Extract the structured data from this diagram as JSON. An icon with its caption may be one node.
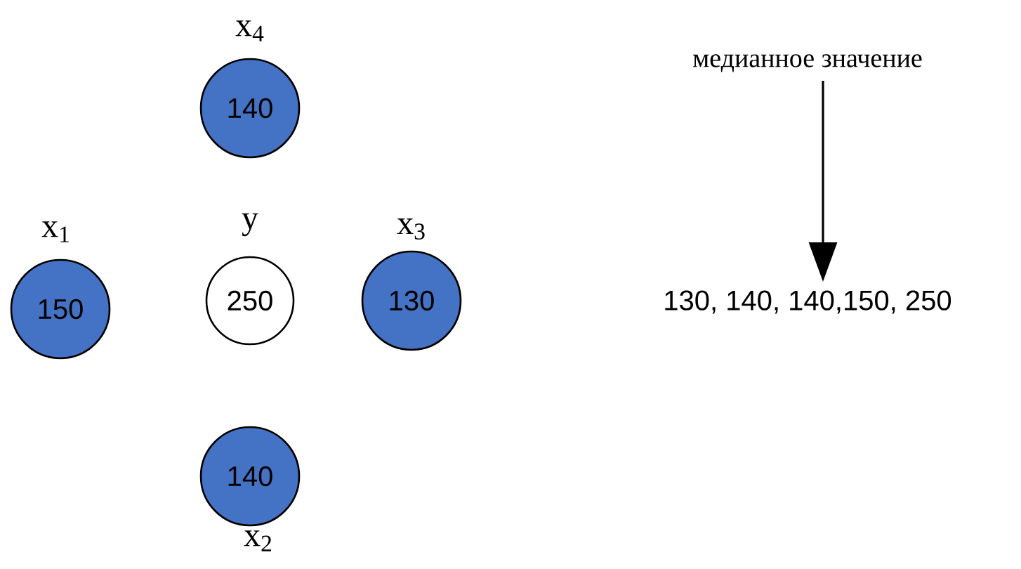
{
  "diagram": {
    "nodes": [
      {
        "text": [
          "x$_{4}$",
          "140"
        ]
      },
      {
        "text": [
          "x$_{1}$",
          "150"
        ]
      },
      {
        "text": [
          "y",
          "250"
        ]
      },
      {
        "text": [
          "x$_{3}$",
          "130"
        ]
      },
      {
        "text": [
          "140",
          "x$_{2}$"
        ]
      },
      {
        "text": [
          "медианное значение"
        ]
      },
      {
        "text": [
          "130, 140, 140,150, 250"
        ]
      }
    ],
    "edges": [
      {
        "from": 5,
        "to": 6,
        "arrow": "to"
      }
    ]
  }
}
